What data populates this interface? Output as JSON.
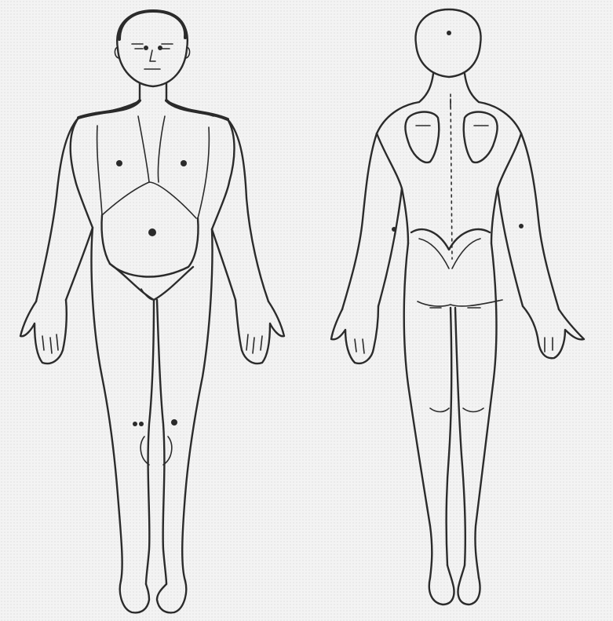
{
  "figure": {
    "views": [
      "front",
      "back"
    ],
    "background_color": "#f3f3f3",
    "line_color": "#2b2b2b"
  },
  "front_view": {
    "marked_regions": [
      "forehead-brow",
      "chest-right",
      "chest-left",
      "abdomen-center",
      "knee-right",
      "knee-left"
    ]
  },
  "back_view": {
    "marked_regions": [
      "back-of-head",
      "shoulder-blade-left",
      "shoulder-blade-right",
      "elbow-left",
      "elbow-right",
      "lower-back",
      "buttocks-crease"
    ]
  }
}
